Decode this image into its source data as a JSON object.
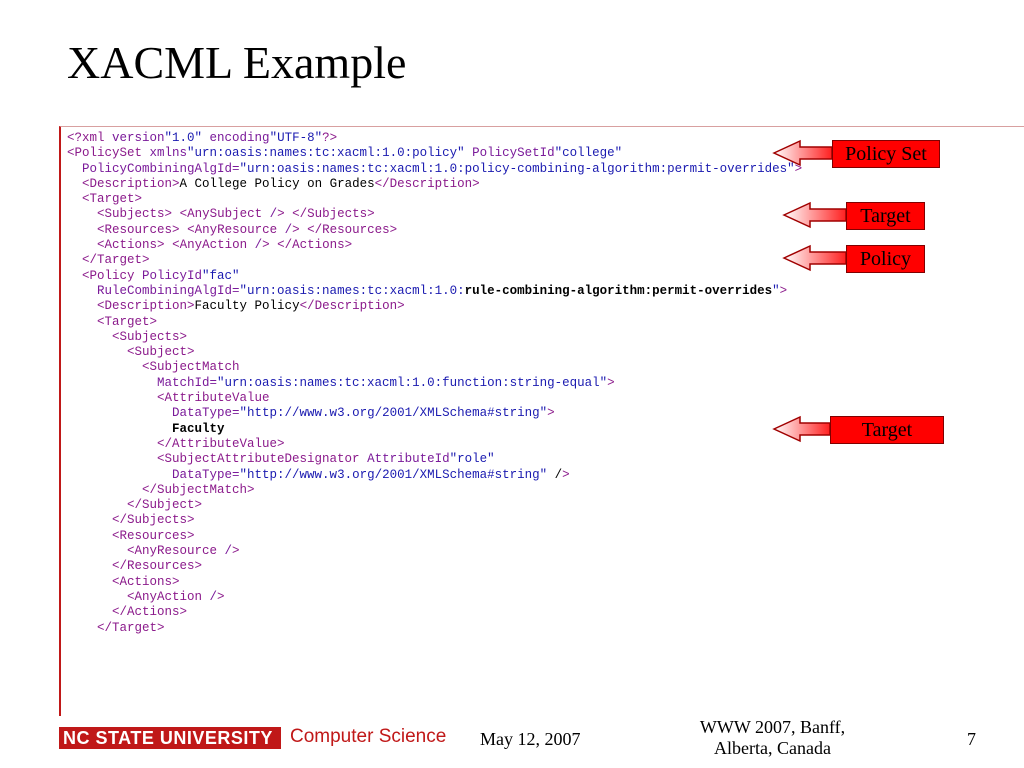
{
  "slide": {
    "title": "XACML Example"
  },
  "code_lines": [
    "<?xml version=\"1.0\" encoding=\"UTF-8\"?>",
    "<PolicySet xmlns=\"urn:oasis:names:tc:xacml:1.0:policy\" PolicySetId=\"college\"",
    "  PolicyCombiningAlgId=\"urn:oasis:names:tc:xacml:1.0:policy-combining-algorithm:permit-overrides\">",
    "  <Description>A College Policy on Grades</Description>",
    "  <Target>",
    "    <Subjects> <AnySubject /> </Subjects>",
    "    <Resources> <AnyResource /> </Resources>",
    "    <Actions> <AnyAction /> </Actions>",
    "  </Target>",
    "  <Policy PolicyId=\"fac\"",
    "    RuleCombiningAlgId=\"urn:oasis:names:tc:xacml:1.0:rule-combining-algorithm:permit-overrides\">",
    "    <Description>Faculty Policy</Description>",
    "    <Target>",
    "      <Subjects>",
    "        <Subject>",
    "          <SubjectMatch",
    "            MatchId=\"urn:oasis:names:tc:xacml:1.0:function:string-equal\">",
    "            <AttributeValue",
    "              DataType=\"http://www.w3.org/2001/XMLSchema#string\">",
    "              Faculty",
    "            </AttributeValue>",
    "            <SubjectAttributeDesignator AttributeId=\"role\"",
    "              DataType=\"http://www.w3.org/2001/XMLSchema#string\" />",
    "          </SubjectMatch>",
    "        </Subject>",
    "      </Subjects>",
    "      <Resources>",
    "        <AnyResource />",
    "      </Resources>",
    "      <Actions>",
    "        <AnyAction />",
    "      </Actions>",
    "    </Target>"
  ],
  "callouts": [
    {
      "label": "Policy Set"
    },
    {
      "label": "Target"
    },
    {
      "label": "Policy"
    },
    {
      "label": "Target"
    }
  ],
  "footer": {
    "university": "NC STATE UNIVERSITY",
    "department": "Computer Science",
    "date": "May 12, 2007",
    "venue_line1": "WWW 2007, Banff,",
    "venue_line2": "Alberta, Canada",
    "page": "7"
  },
  "colors": {
    "accent_red": "#c01818",
    "callout_red": "#ff0000",
    "xml_tag": "#8b1a8b",
    "xml_value": "#1a1ab0"
  }
}
